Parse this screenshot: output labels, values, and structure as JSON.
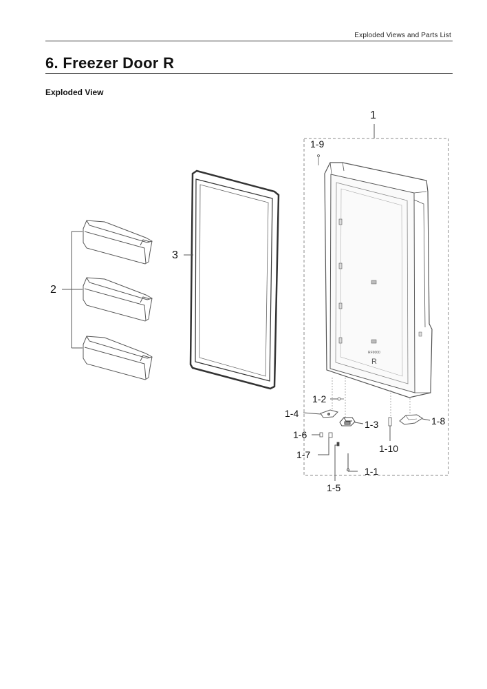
{
  "header": {
    "section_label": "Exploded Views and Parts List"
  },
  "page_title": "6.  Freezer Door R",
  "section_heading": "Exploded View",
  "callouts": {
    "p1": "1",
    "p1_1": "1-1",
    "p1_2": "1-2",
    "p1_3": "1-3",
    "p1_4": "1-4",
    "p1_5": "1-5",
    "p1_6": "1-6",
    "p1_7": "1-7",
    "p1_8": "1-8",
    "p1_9": "1-9",
    "p1_10": "1-10",
    "p2": "2",
    "p3": "3"
  },
  "door_label": {
    "model_text": "RF9000",
    "letter": "R"
  }
}
